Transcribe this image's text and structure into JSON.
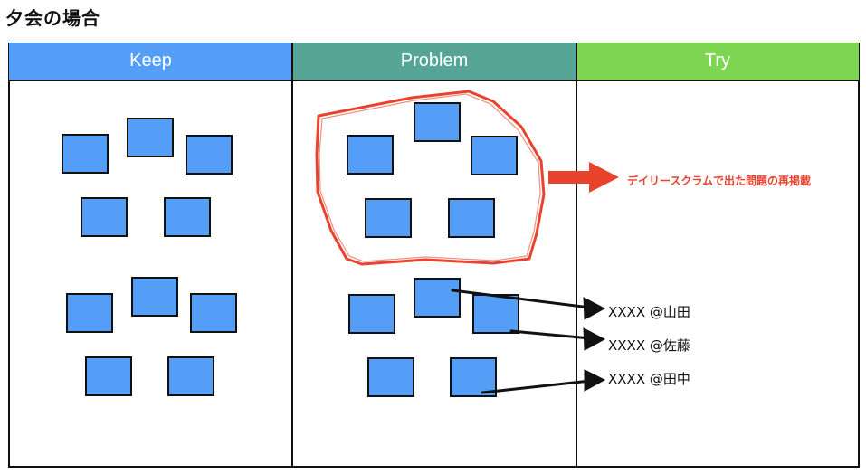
{
  "title": "夕会の場合",
  "columns": {
    "keep": "Keep",
    "problem": "Problem",
    "try": "Try"
  },
  "colors": {
    "keep": "#559ef8",
    "problem": "#57a596",
    "try": "#7dd552",
    "note": "#559ef8",
    "highlight": "#e8432d"
  },
  "annotation": "デイリースクラムで出た問題の再掲載",
  "assignees": [
    "XXXX @山田",
    "XXXX @佐藤",
    "XXXX @田中"
  ]
}
